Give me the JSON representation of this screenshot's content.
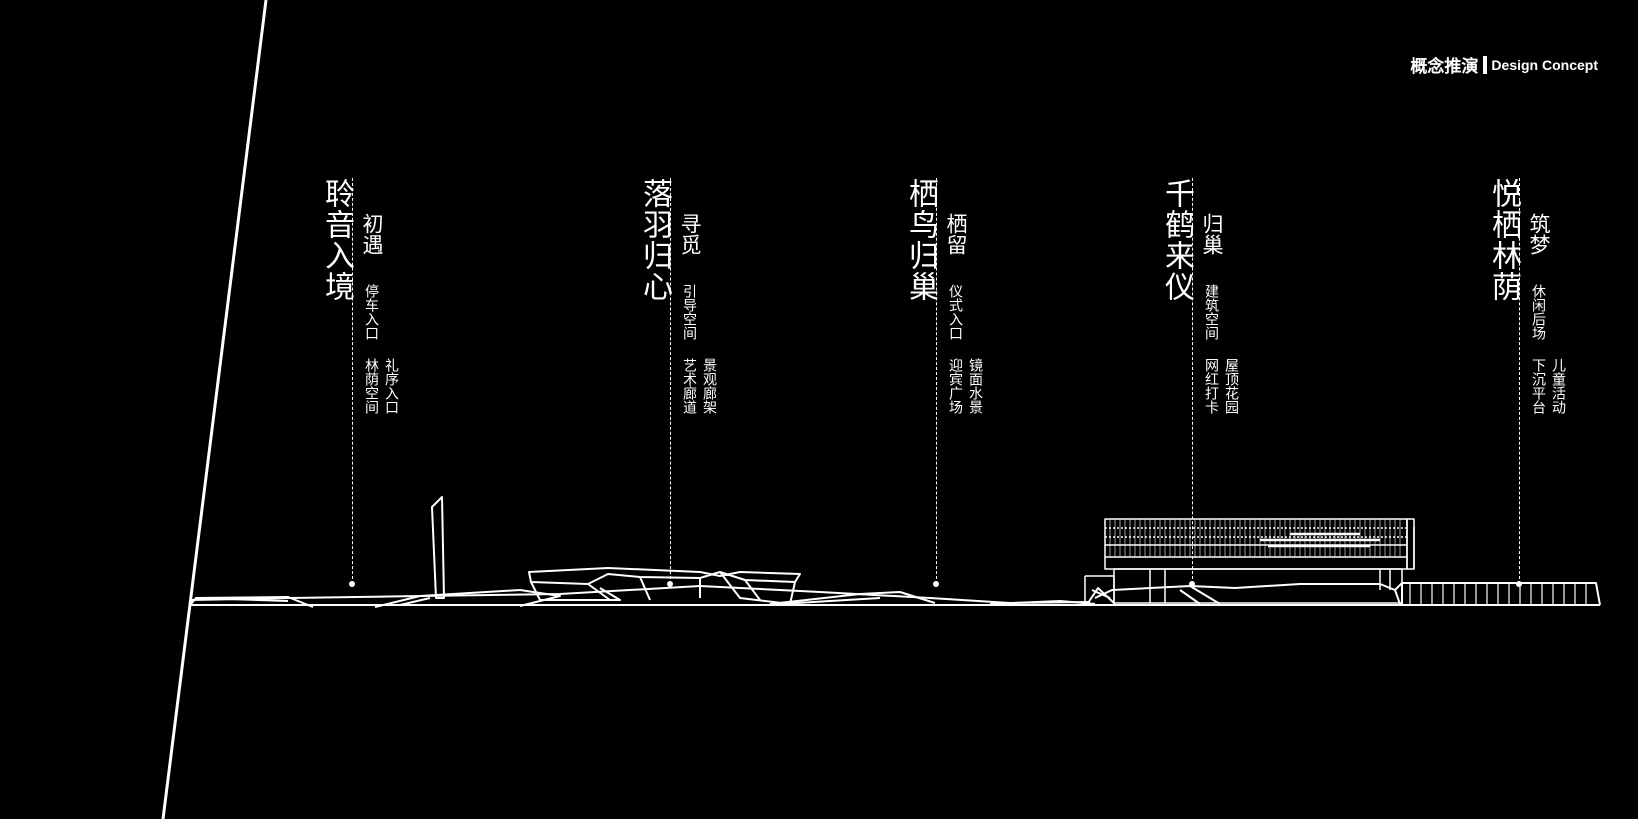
{
  "header": {
    "title_zh": "概念推演",
    "title_en": "Design Concept"
  },
  "stations": [
    {
      "title": "聆音入境",
      "subtitle": "初遇",
      "items": [
        "停车入口",
        "林荫空间",
        "礼序入口"
      ]
    },
    {
      "title": "落羽归心",
      "subtitle": "寻觅",
      "items": [
        "引导空间",
        "艺术廊道",
        "景观廊架"
      ]
    },
    {
      "title": "栖鸟归巢",
      "subtitle": "栖留",
      "items": [
        "仪式入口",
        "迎宾广场",
        "镜面水景"
      ]
    },
    {
      "title": "千鹤来仪",
      "subtitle": "归巢",
      "items": [
        "建筑空间",
        "网红打卡",
        "屋顶花园"
      ]
    },
    {
      "title": "悦栖林荫",
      "subtitle": "筑梦",
      "items": [
        "休闲后场",
        "下沉平台",
        "儿童活动"
      ]
    }
  ],
  "colors": {
    "background": "#000000",
    "line": "#ffffff"
  }
}
